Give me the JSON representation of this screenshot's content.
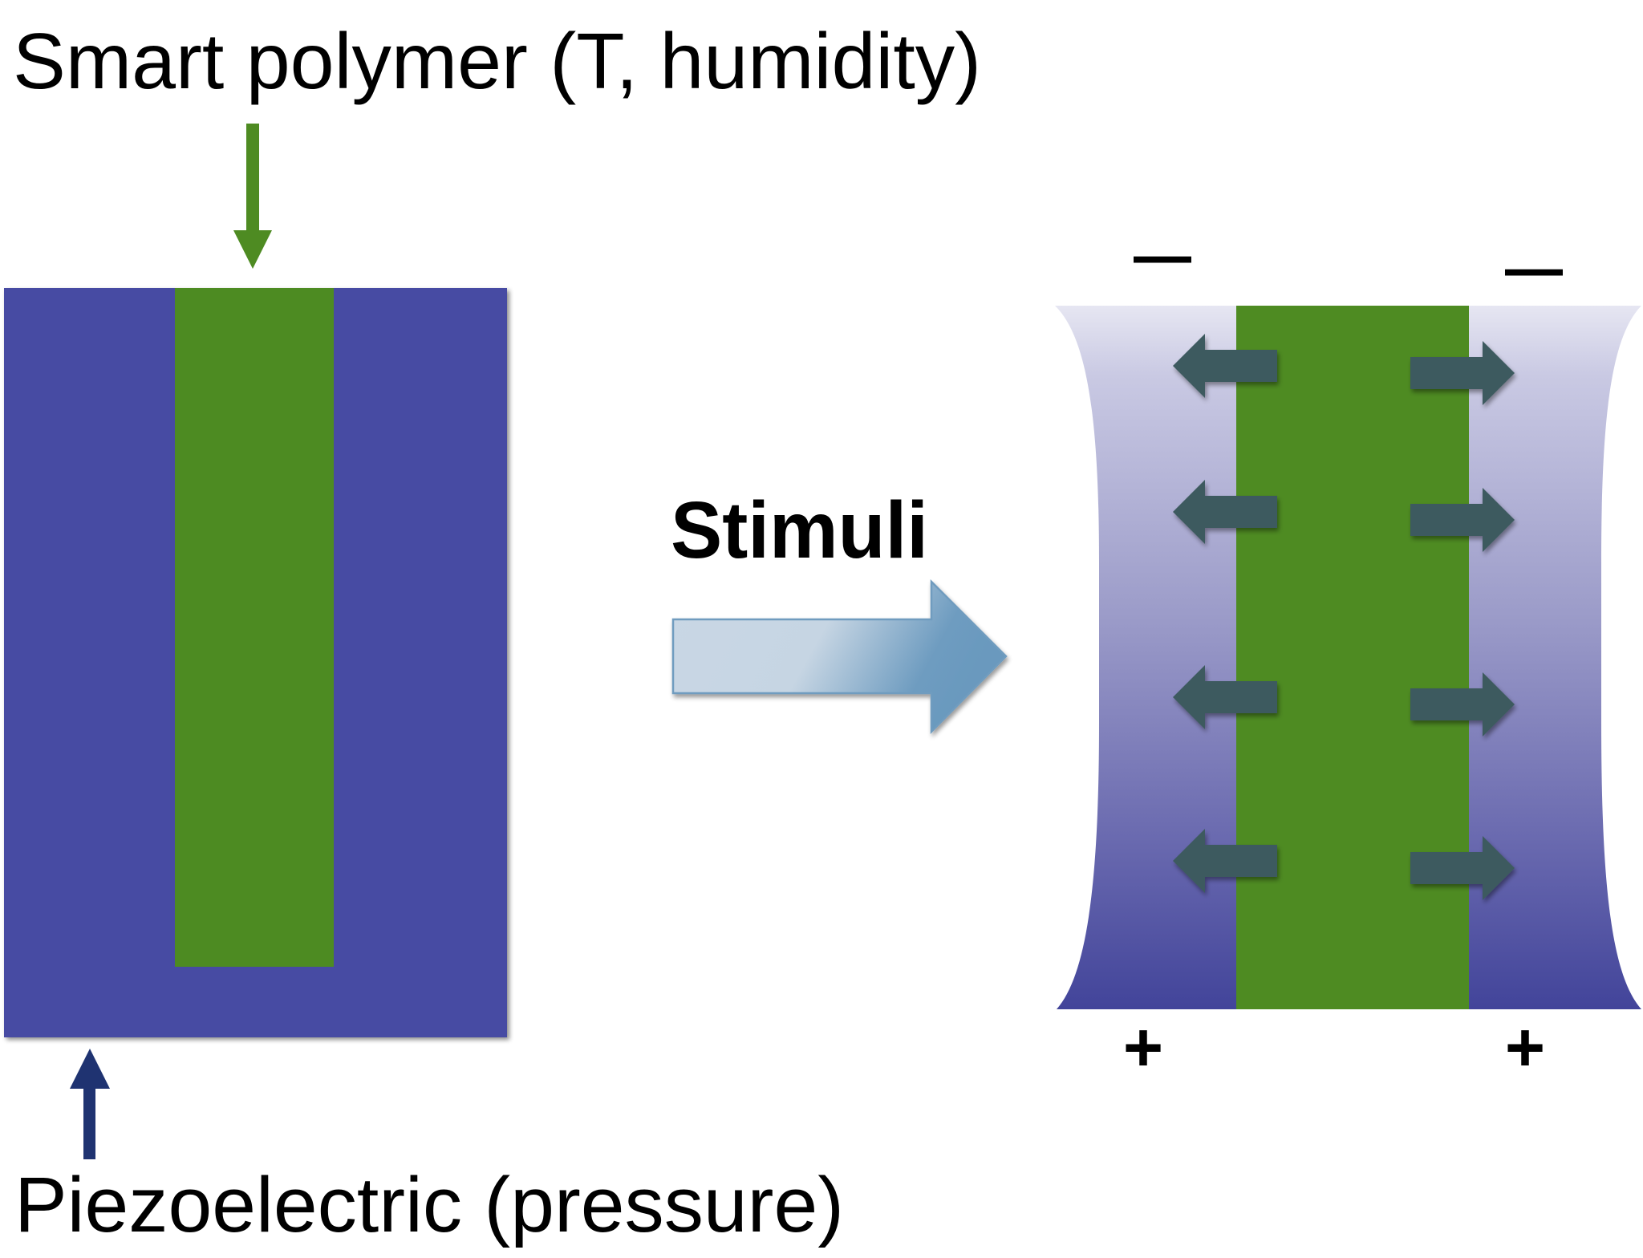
{
  "labels": {
    "smart_polymer": "Smart polymer (T, humidity)",
    "piezoelectric": "Piezoelectric (pressure)",
    "stimuli": "Stimuli",
    "minus": "—",
    "plus": "+"
  },
  "components": {
    "left_device": {
      "outer_layer": "piezoelectric",
      "inner_stripe": "smart polymer"
    },
    "right_device": {
      "state": "deformed after stimuli",
      "polarity_top": [
        "negative",
        "negative"
      ],
      "polarity_bottom": [
        "positive",
        "positive"
      ],
      "expansion_arrow_rows": 4,
      "expansion_arrows_per_row": 2
    }
  },
  "icons": {
    "smart_polymer_pointer": "arrow-down-icon",
    "piezoelectric_pointer": "arrow-up-icon",
    "stimuli_arrow": "arrow-right-icon",
    "expansion_left": "arrow-left-icon",
    "expansion_right": "arrow-right-icon"
  },
  "colors": {
    "piezo_blue": "#474ca3",
    "polymer_green": "#4e8b22",
    "pointer_green": "#4e8b22",
    "pointer_navy": "#1f3371",
    "expansion_arrow": "#3d5a5f",
    "stimuli_light": "#c9d7e5",
    "stimuli_dark": "#6e9cc0",
    "stimuli_border": "#6f9cbf",
    "gradient_top": "#e6e6f2",
    "gradient_mid": "#9a9ac8",
    "gradient_bottom": "#42449a"
  }
}
